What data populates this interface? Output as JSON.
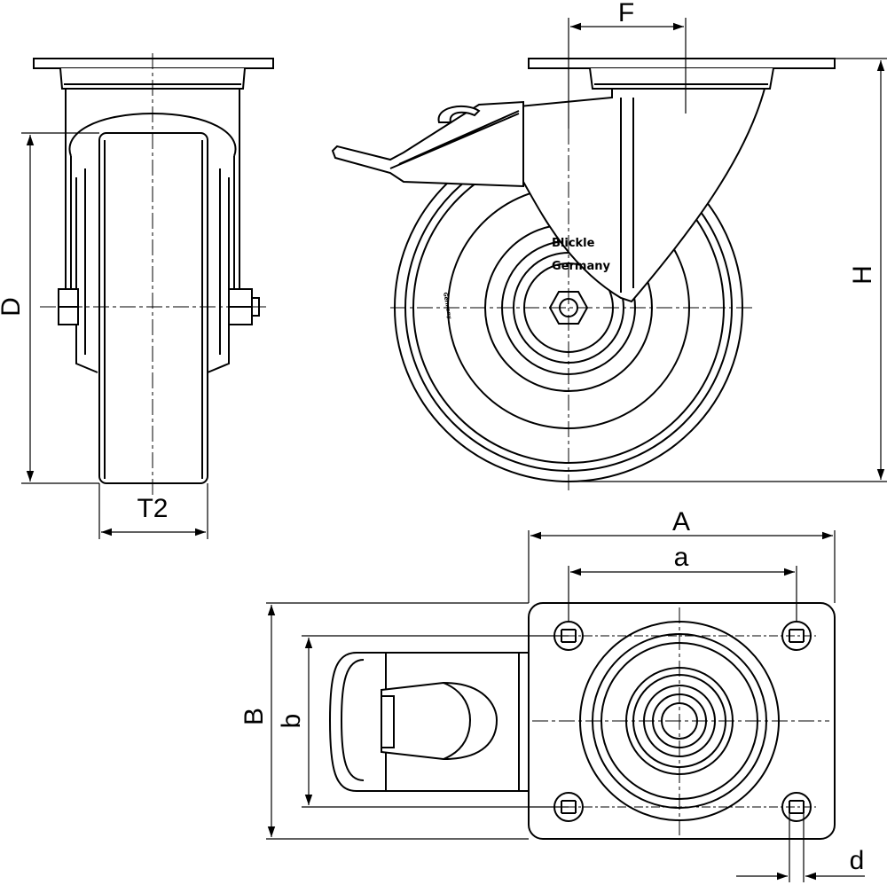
{
  "colors": {
    "ink": "#000000",
    "paper": "#ffffff",
    "fill_light": "#ffffff"
  },
  "labels": {
    "D": "D",
    "T2": "T2",
    "F": "F",
    "H": "H",
    "A": "A",
    "a": "a",
    "B": "B",
    "b": "b",
    "d": "d"
  },
  "wheel_text": {
    "line1": "Blickle",
    "line2": "Germany"
  }
}
